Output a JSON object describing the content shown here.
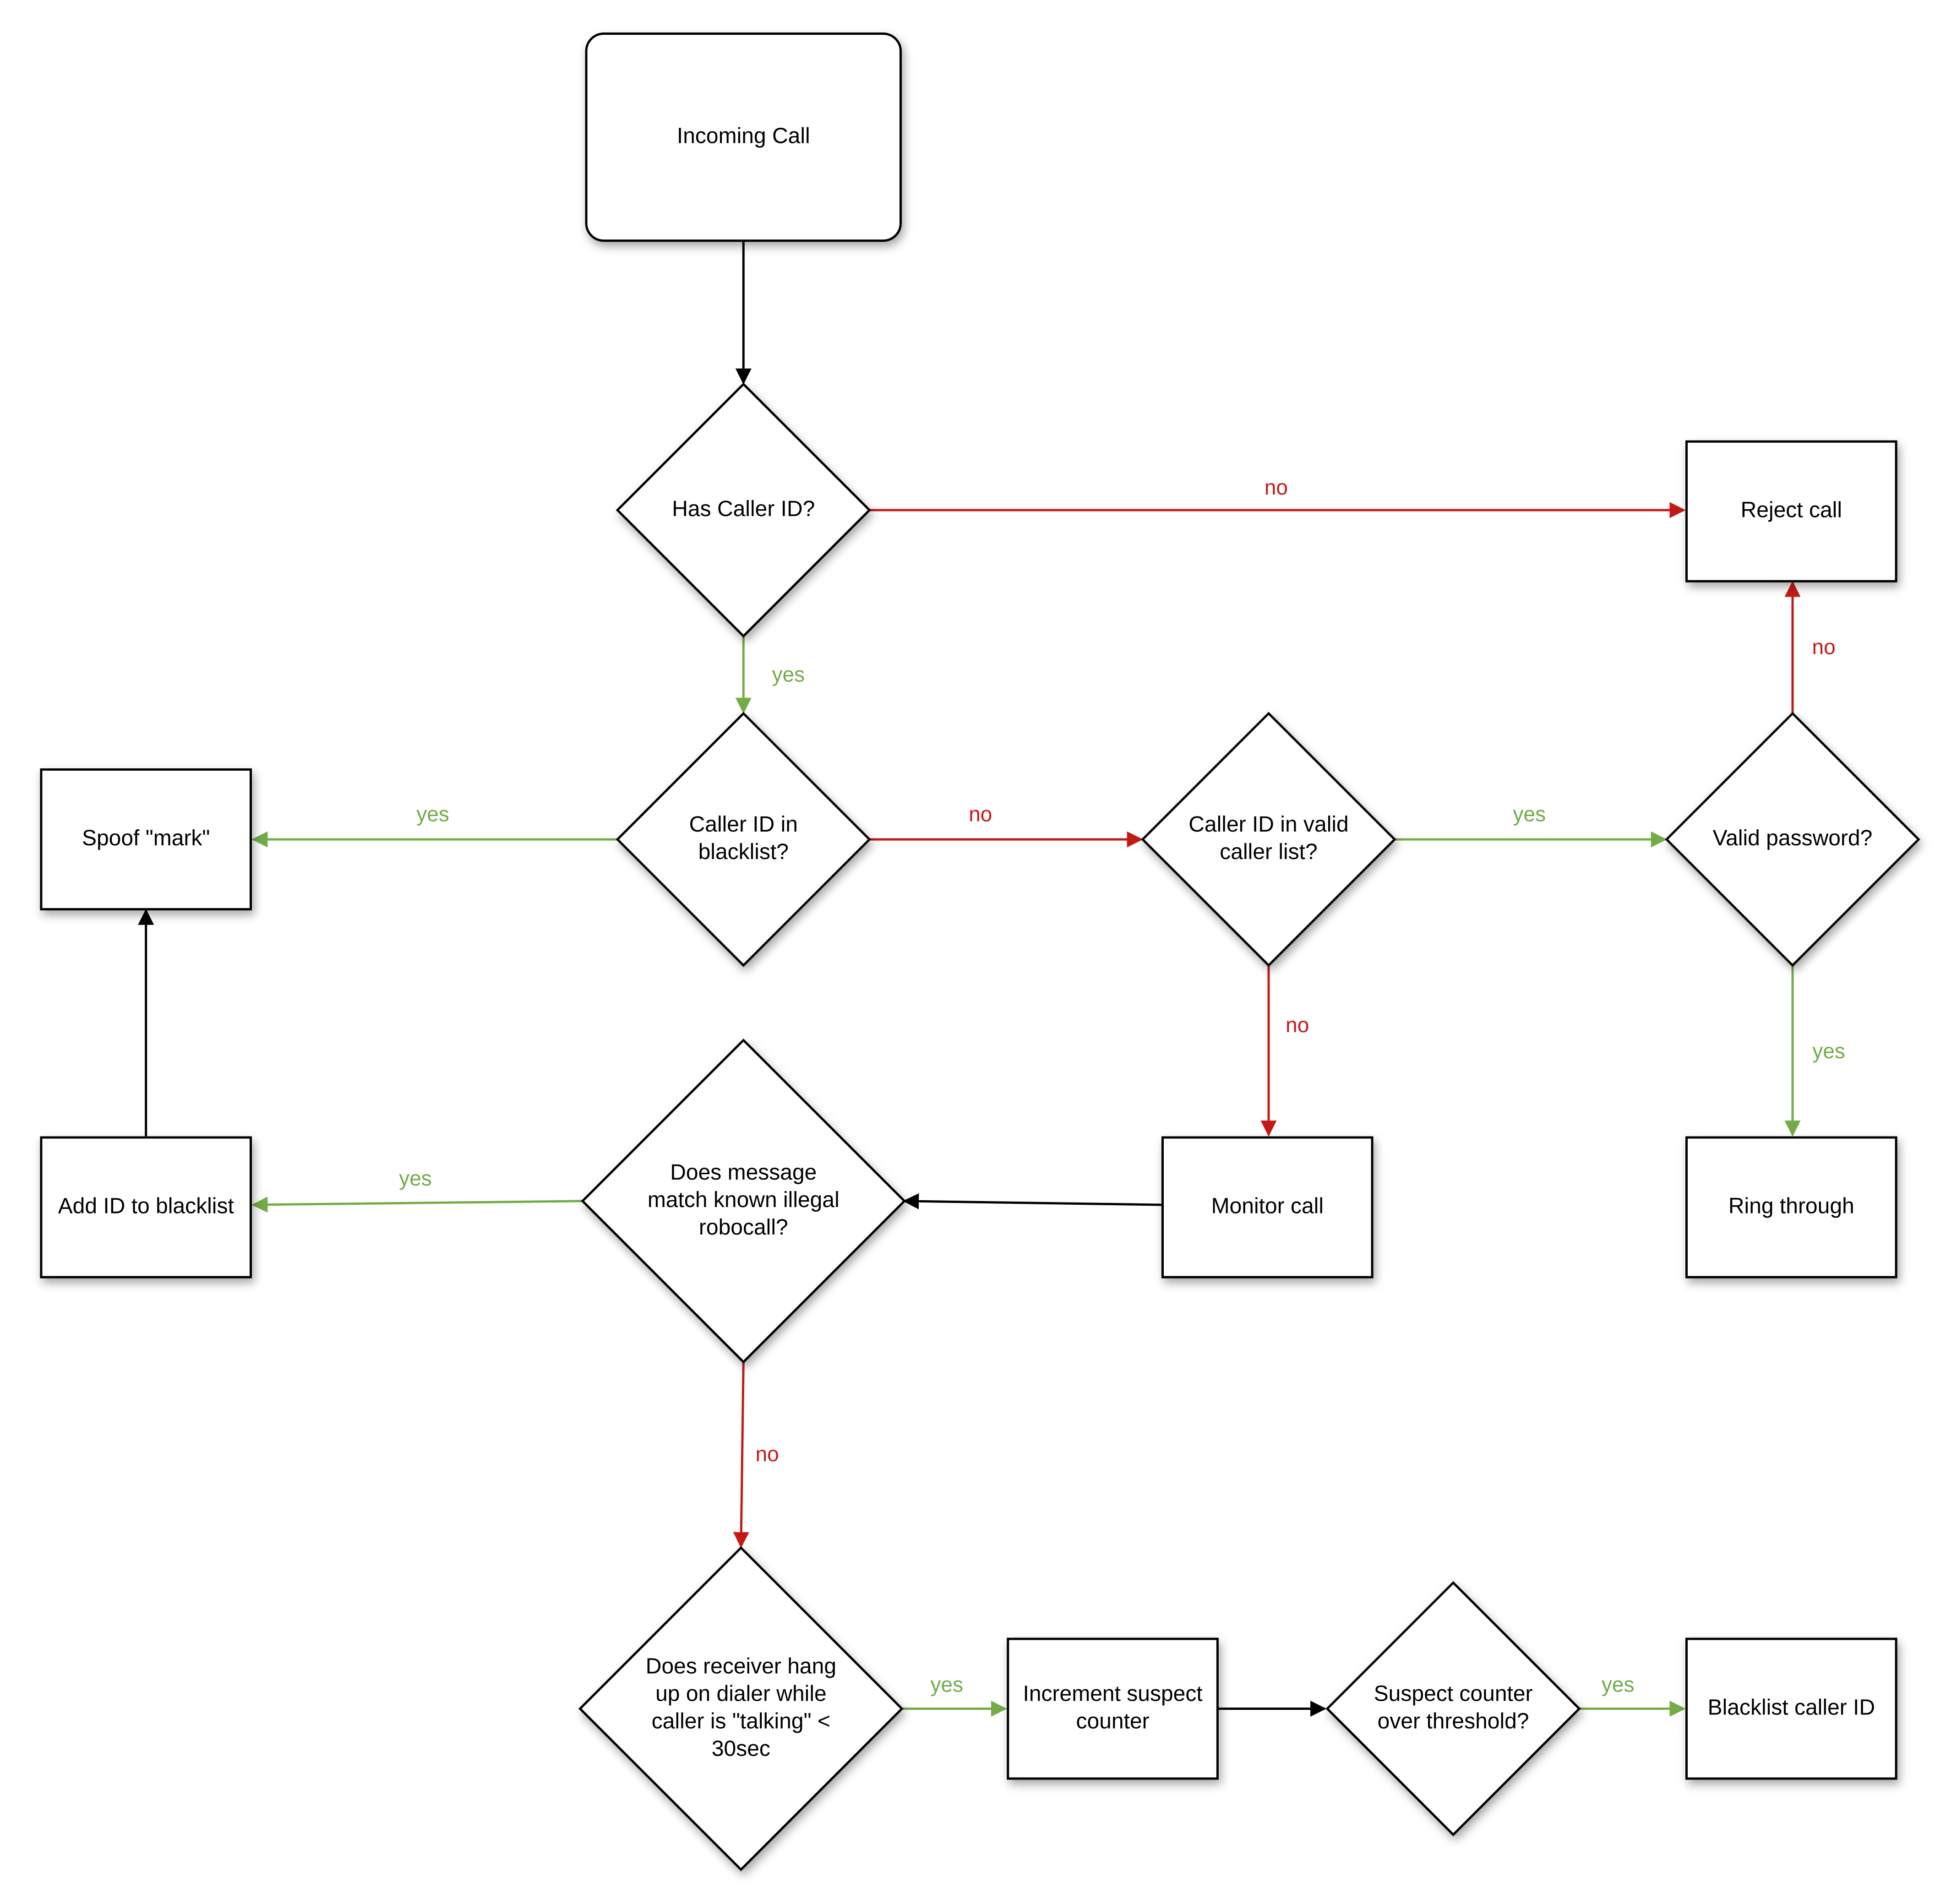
{
  "colors": {
    "background": "#ffffff",
    "node_stroke": "#000000",
    "node_fill": "#ffffff",
    "text": "#000000",
    "yes": "#72ab48",
    "no": "#c41a16",
    "plain": "#000000"
  },
  "nodes": {
    "incoming_call": {
      "text": "Incoming Call"
    },
    "has_caller_id": {
      "text": "Has Caller ID?"
    },
    "reject_call": {
      "text": "Reject call"
    },
    "spoof_mark": {
      "text": "Spoof \"mark\""
    },
    "caller_id_in_blacklist": {
      "text": "Caller ID in\nblacklist?"
    },
    "caller_id_in_valid_list": {
      "text": "Caller ID in valid\ncaller list?"
    },
    "valid_password": {
      "text": "Valid password?"
    },
    "add_id_to_blacklist": {
      "text": "Add ID to blacklist"
    },
    "message_match_robocall": {
      "text": "Does message\nmatch known illegal\nrobocall?"
    },
    "monitor_call": {
      "text": "Monitor call"
    },
    "ring_through": {
      "text": "Ring through"
    },
    "receiver_hang_up": {
      "text": "Does receiver hang\nup on dialer while\ncaller is \"talking\" <\n30sec"
    },
    "increment_suspect_counter": {
      "text": "Increment suspect\ncounter"
    },
    "suspect_counter_threshold": {
      "text": "Suspect counter\nover threshold?"
    },
    "blacklist_caller_id": {
      "text": "Blacklist caller ID"
    }
  },
  "edges": [
    {
      "id": "incoming-to-has-caller-id",
      "from": "incoming_call",
      "to": "has_caller_id",
      "label": "",
      "kind": "plain"
    },
    {
      "id": "has-caller-id-no",
      "from": "has_caller_id",
      "to": "reject_call",
      "label": "no",
      "kind": "no"
    },
    {
      "id": "has-caller-id-yes",
      "from": "has_caller_id",
      "to": "caller_id_in_blacklist",
      "label": "yes",
      "kind": "yes"
    },
    {
      "id": "blacklist-yes",
      "from": "caller_id_in_blacklist",
      "to": "spoof_mark",
      "label": "yes",
      "kind": "yes"
    },
    {
      "id": "blacklist-no",
      "from": "caller_id_in_blacklist",
      "to": "caller_id_in_valid_list",
      "label": "no",
      "kind": "no"
    },
    {
      "id": "valid-list-yes",
      "from": "caller_id_in_valid_list",
      "to": "valid_password",
      "label": "yes",
      "kind": "yes"
    },
    {
      "id": "valid-list-no",
      "from": "caller_id_in_valid_list",
      "to": "monitor_call",
      "label": "no",
      "kind": "no"
    },
    {
      "id": "password-no",
      "from": "valid_password",
      "to": "reject_call",
      "label": "no",
      "kind": "no"
    },
    {
      "id": "password-yes",
      "from": "valid_password",
      "to": "ring_through",
      "label": "yes",
      "kind": "yes"
    },
    {
      "id": "monitor-to-message",
      "from": "monitor_call",
      "to": "message_match_robocall",
      "label": "",
      "kind": "plain"
    },
    {
      "id": "message-yes",
      "from": "message_match_robocall",
      "to": "add_id_to_blacklist",
      "label": "yes",
      "kind": "yes"
    },
    {
      "id": "message-no",
      "from": "message_match_robocall",
      "to": "receiver_hang_up",
      "label": "no",
      "kind": "no"
    },
    {
      "id": "add-to-spoof",
      "from": "add_id_to_blacklist",
      "to": "spoof_mark",
      "label": "",
      "kind": "plain"
    },
    {
      "id": "hang-up-yes",
      "from": "receiver_hang_up",
      "to": "increment_suspect_counter",
      "label": "yes",
      "kind": "yes"
    },
    {
      "id": "increment-to-threshold",
      "from": "increment_suspect_counter",
      "to": "suspect_counter_threshold",
      "label": "",
      "kind": "plain"
    },
    {
      "id": "threshold-yes",
      "from": "suspect_counter_threshold",
      "to": "blacklist_caller_id",
      "label": "yes",
      "kind": "yes"
    }
  ]
}
